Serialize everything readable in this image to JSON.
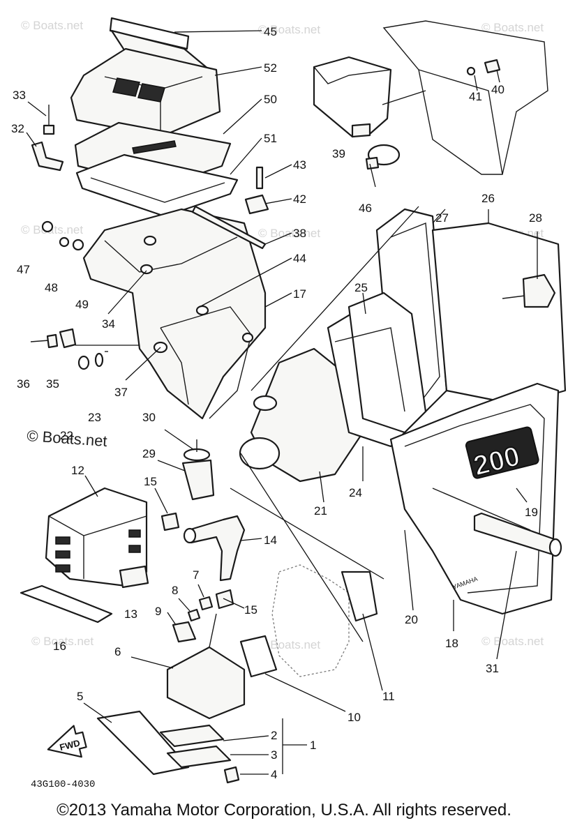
{
  "callouts": [
    "45",
    "52",
    "50",
    "51",
    "33",
    "32",
    "43",
    "42",
    "38",
    "47",
    "48",
    "49",
    "44",
    "17",
    "34",
    "36",
    "35",
    "37",
    "22",
    "23",
    "30",
    "29",
    "12",
    "15",
    "14",
    "13",
    "16",
    "7",
    "8",
    "9",
    "15",
    "6",
    "5",
    "10",
    "11",
    "2",
    "1",
    "3",
    "4",
    "39",
    "46",
    "40",
    "41",
    "27",
    "26",
    "28",
    "25",
    "21",
    "24",
    "19",
    "20",
    "18",
    "31"
  ],
  "watermark": "© Boats.net",
  "diagram_code": "43G100-4030",
  "fwd_label": "FWD",
  "badge_text": "200",
  "brand_mark": "YAMAHA",
  "copyright": "©2013 Yamaha Motor Corporation, U.S.A. All rights reserved."
}
